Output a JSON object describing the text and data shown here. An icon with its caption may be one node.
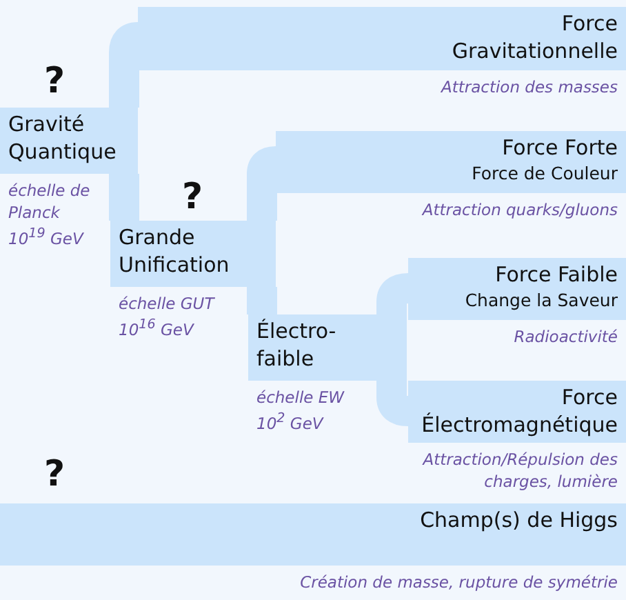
{
  "diagram": {
    "nodes": [
      {
        "text": [
          "Force Gravitationnelle",
          "Attraction des masses"
        ]
      },
      {
        "text": [
          "Gravité Quantique",
          "échelle de Planck 10$^{19}$ GeV"
        ],
        "beside": [
          "?"
        ]
      },
      {
        "text": [
          "Force Forte",
          "Force de Couleur",
          "Attraction quarks/gluons"
        ]
      },
      {
        "text": [
          "Grande Unification",
          "échelle GUT 10$^{16}$ GeV"
        ],
        "beside": [
          "?"
        ]
      },
      {
        "text": [
          "Force Faible",
          "Change la Saveur",
          "Radioactivité"
        ]
      },
      {
        "text": [
          "Électro-faible",
          "échelle EW 10$^{2}$ GeV"
        ]
      },
      {
        "text": [
          "Force Électromagnétique",
          "Attraction/Répulsion des charges, lumière"
        ]
      },
      {
        "text": [
          "Champ(s) de Higgs",
          "Création de masse, rupture de symétrie"
        ],
        "beside": [
          "?"
        ]
      }
    ],
    "edges": [
      {
        "from": 1,
        "to": 0,
        "arrow": "none"
      },
      {
        "from": 1,
        "to": 3,
        "arrow": "none"
      },
      {
        "from": 3,
        "to": 2,
        "arrow": "none"
      },
      {
        "from": 3,
        "to": 5,
        "arrow": "none"
      },
      {
        "from": 5,
        "to": 4,
        "arrow": "none"
      },
      {
        "from": 5,
        "to": 6,
        "arrow": "none"
      }
    ]
  }
}
